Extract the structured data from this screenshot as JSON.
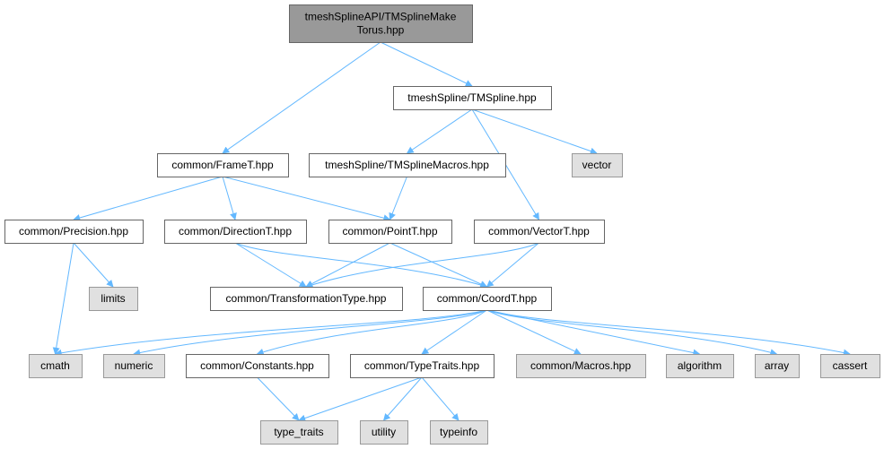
{
  "colors": {
    "edge": "#63b8ff",
    "root_fill": "#999999",
    "root_stroke": "#666666",
    "file_fill": "#ffffff",
    "file_stroke": "#666666",
    "system_fill": "#e0e0e0",
    "system_stroke": "#999999"
  },
  "nodes": [
    {
      "id": "root",
      "kind": "root",
      "lines": [
        "tmeshSplineAPI/TMSplineMake",
        "Torus.hpp"
      ]
    },
    {
      "id": "tmspline",
      "kind": "file",
      "lines": [
        "tmeshSpline/TMSpline.hpp"
      ]
    },
    {
      "id": "framet",
      "kind": "file",
      "lines": [
        "common/FrameT.hpp"
      ]
    },
    {
      "id": "tmsplinemacros",
      "kind": "file",
      "lines": [
        "tmeshSpline/TMSplineMacros.hpp"
      ]
    },
    {
      "id": "vector",
      "kind": "system",
      "lines": [
        "vector"
      ]
    },
    {
      "id": "precision",
      "kind": "file",
      "lines": [
        "common/Precision.hpp"
      ]
    },
    {
      "id": "directiont",
      "kind": "file",
      "lines": [
        "common/DirectionT.hpp"
      ]
    },
    {
      "id": "pointt",
      "kind": "file",
      "lines": [
        "common/PointT.hpp"
      ]
    },
    {
      "id": "vectort",
      "kind": "file",
      "lines": [
        "common/VectorT.hpp"
      ]
    },
    {
      "id": "limits",
      "kind": "system",
      "lines": [
        "limits"
      ]
    },
    {
      "id": "transformationtype",
      "kind": "file",
      "lines": [
        "common/TransformationType.hpp"
      ]
    },
    {
      "id": "coordt",
      "kind": "file",
      "lines": [
        "common/CoordT.hpp"
      ]
    },
    {
      "id": "cmath",
      "kind": "system",
      "lines": [
        "cmath"
      ]
    },
    {
      "id": "numeric",
      "kind": "system",
      "lines": [
        "numeric"
      ]
    },
    {
      "id": "constants",
      "kind": "file",
      "lines": [
        "common/Constants.hpp"
      ]
    },
    {
      "id": "typetraits",
      "kind": "file",
      "lines": [
        "common/TypeTraits.hpp"
      ]
    },
    {
      "id": "macros",
      "kind": "system",
      "lines": [
        "common/Macros.hpp"
      ]
    },
    {
      "id": "algorithm",
      "kind": "system",
      "lines": [
        "algorithm"
      ]
    },
    {
      "id": "array",
      "kind": "system",
      "lines": [
        "array"
      ]
    },
    {
      "id": "cassert",
      "kind": "system",
      "lines": [
        "cassert"
      ]
    },
    {
      "id": "type_traits",
      "kind": "system",
      "lines": [
        "type_traits"
      ]
    },
    {
      "id": "utility",
      "kind": "system",
      "lines": [
        "utility"
      ]
    },
    {
      "id": "typeinfo",
      "kind": "system",
      "lines": [
        "typeinfo"
      ]
    }
  ],
  "edges": [
    [
      "root",
      "framet"
    ],
    [
      "root",
      "tmspline"
    ],
    [
      "tmspline",
      "tmsplinemacros"
    ],
    [
      "tmspline",
      "vector"
    ],
    [
      "tmspline",
      "vectort"
    ],
    [
      "framet",
      "precision"
    ],
    [
      "framet",
      "directiont"
    ],
    [
      "framet",
      "pointt"
    ],
    [
      "tmsplinemacros",
      "pointt"
    ],
    [
      "precision",
      "limits"
    ],
    [
      "precision",
      "cmath"
    ],
    [
      "directiont",
      "transformationtype"
    ],
    [
      "directiont",
      "coordt"
    ],
    [
      "pointt",
      "transformationtype"
    ],
    [
      "pointt",
      "coordt"
    ],
    [
      "vectort",
      "transformationtype"
    ],
    [
      "vectort",
      "coordt"
    ],
    [
      "coordt",
      "cmath"
    ],
    [
      "coordt",
      "numeric"
    ],
    [
      "coordt",
      "constants"
    ],
    [
      "coordt",
      "typetraits"
    ],
    [
      "coordt",
      "macros"
    ],
    [
      "coordt",
      "algorithm"
    ],
    [
      "coordt",
      "array"
    ],
    [
      "coordt",
      "cassert"
    ],
    [
      "constants",
      "type_traits"
    ],
    [
      "typetraits",
      "type_traits"
    ],
    [
      "typetraits",
      "utility"
    ],
    [
      "typetraits",
      "typeinfo"
    ]
  ]
}
